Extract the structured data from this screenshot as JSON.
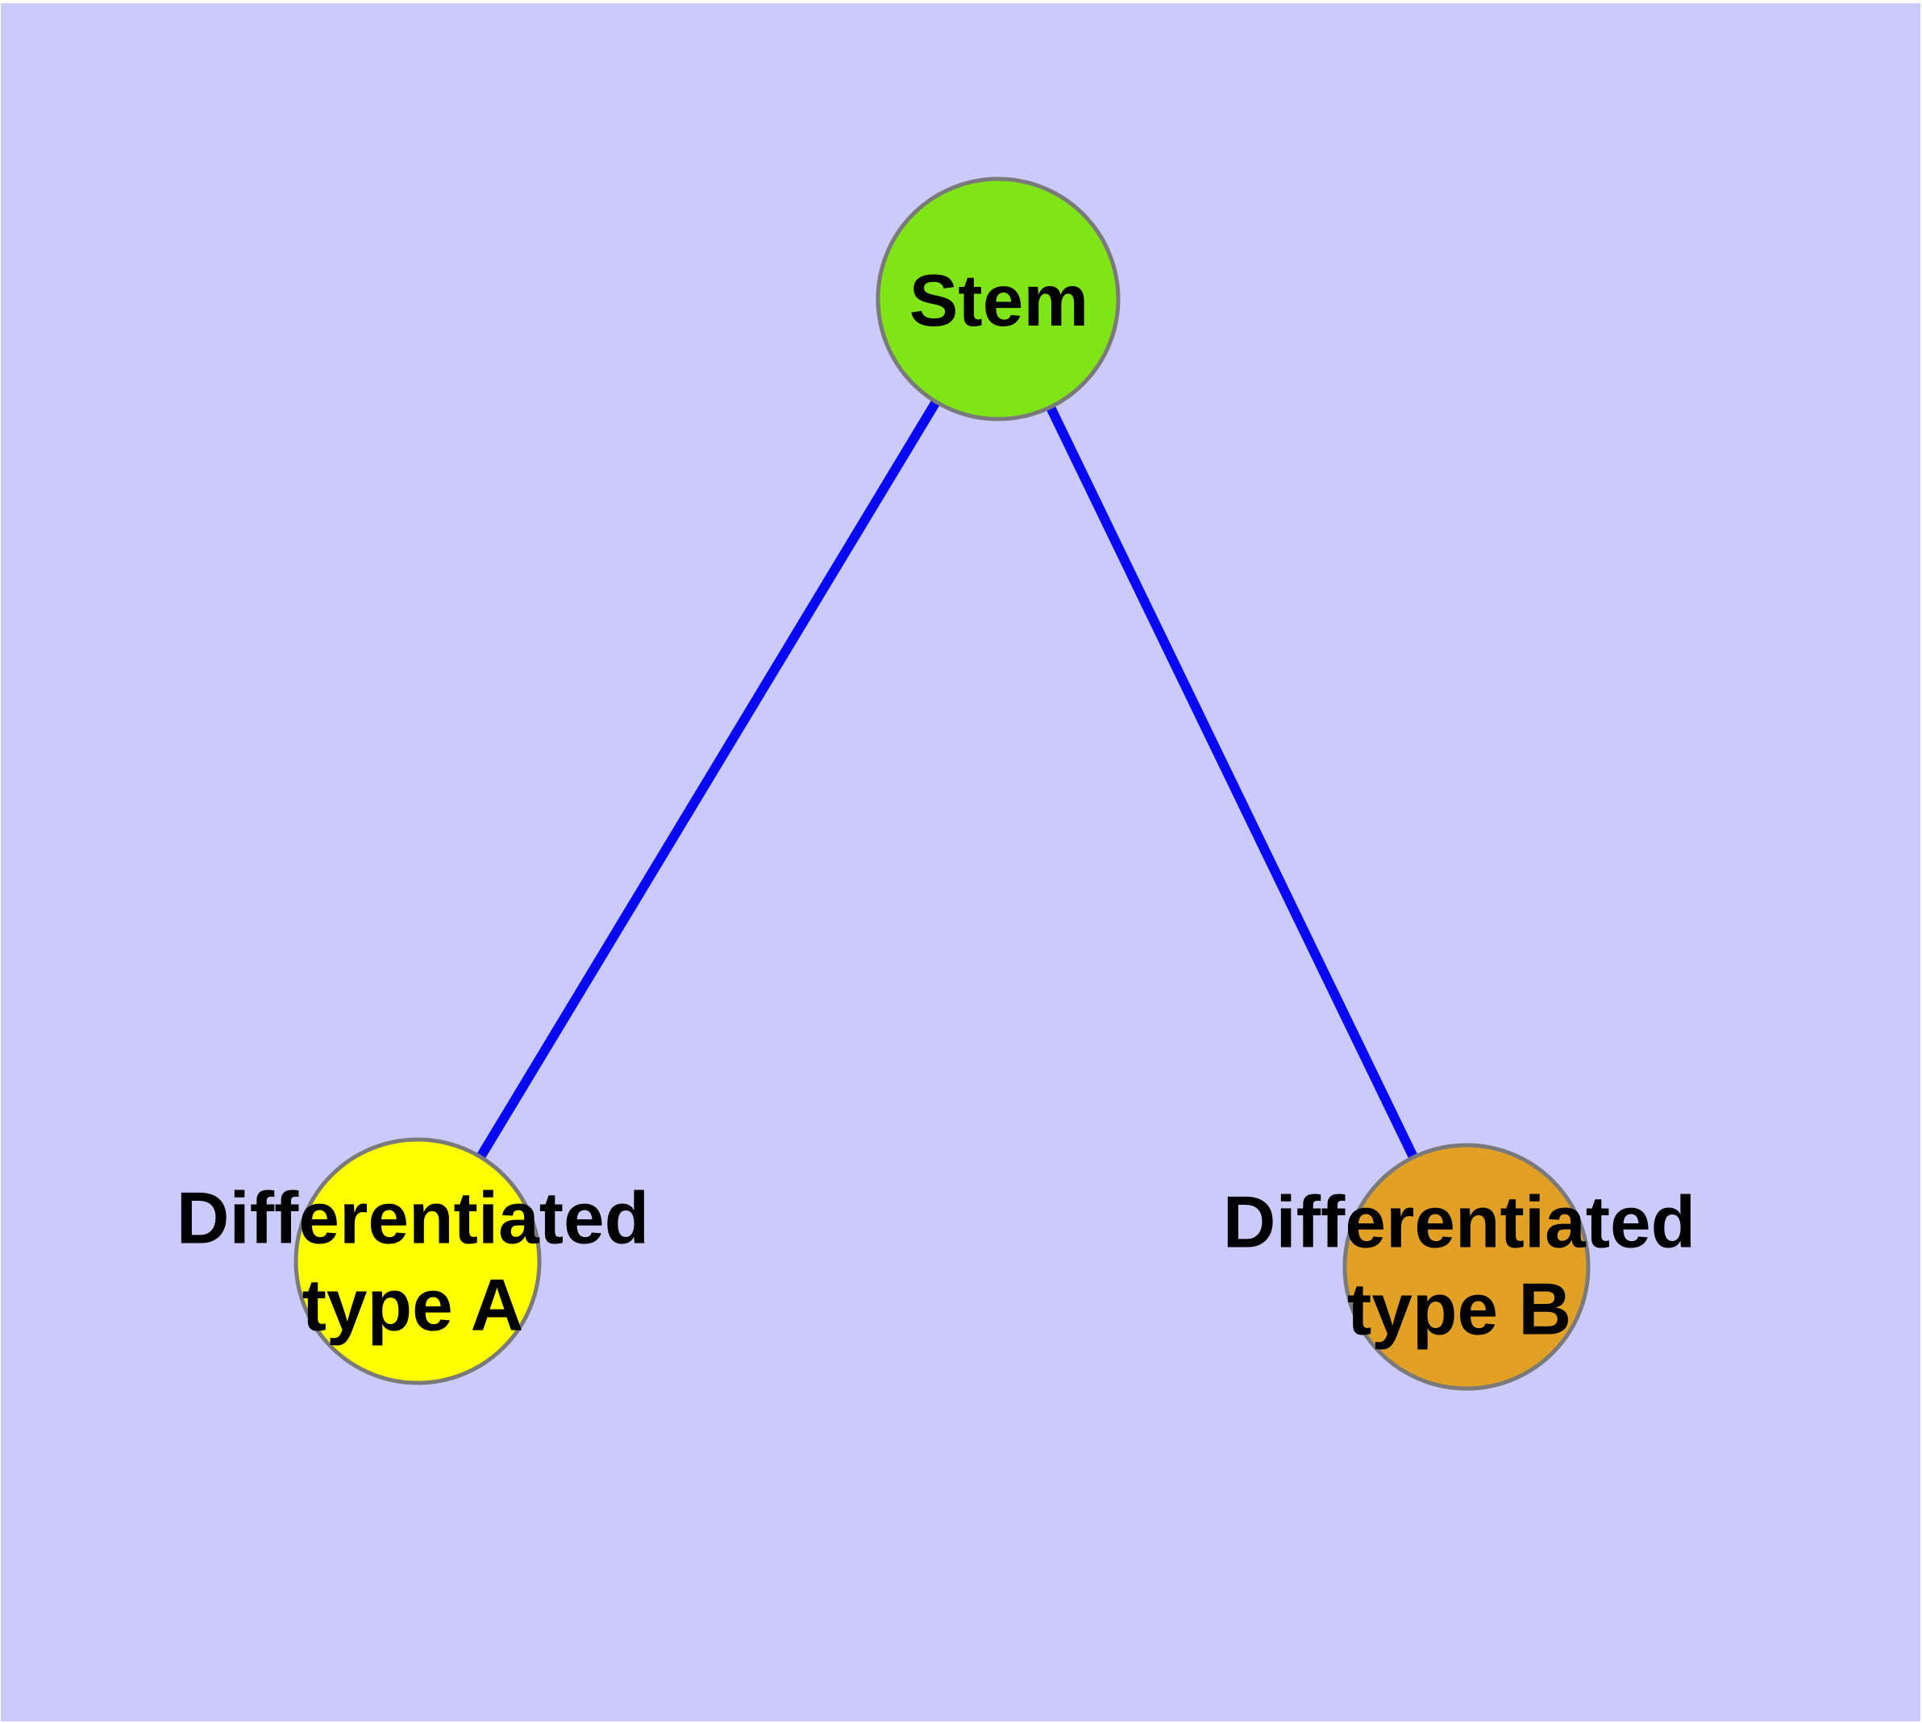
{
  "figure": {
    "description": "Stem cell differentiation diagram with three nodes and two edges",
    "background_color": "#CACAFB",
    "edge_color": "#0808F2",
    "node_border_color": "#7A7A7A",
    "label_color": "#000000"
  },
  "nodes": {
    "stem": {
      "label": "Stem",
      "color": "#80E517"
    },
    "type_a": {
      "label": "Differentiated\ntype A",
      "color": "#FFFF00"
    },
    "type_b": {
      "label": "Differentiated\ntype B",
      "color": "#E2A125"
    }
  },
  "edges": [
    {
      "from": "Stem",
      "to": "Differentiated type A"
    },
    {
      "from": "Stem",
      "to": "Differentiated type B"
    }
  ]
}
